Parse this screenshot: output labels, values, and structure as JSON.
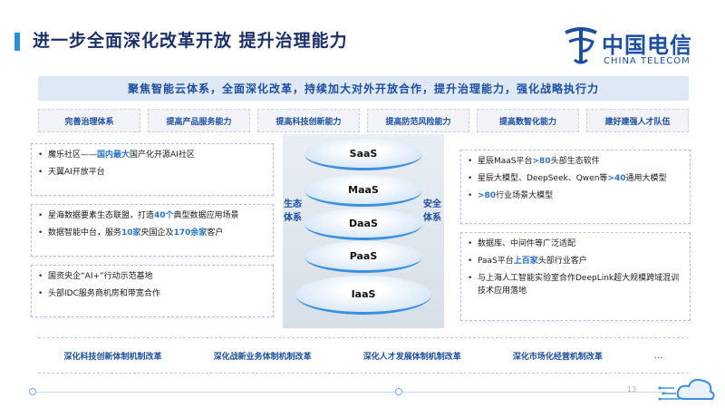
{
  "title": "进一步全面深化改革开放  提升治理能力",
  "logo": {
    "cn": "中国电信",
    "en": "CHINA TELECOM"
  },
  "banner": "聚焦智能云体系，全面深化改革，持续加大对外开放合作，提升治理能力，强化战略执行力",
  "capabilities": [
    "完善治理体系",
    "提高产品服务能力",
    "提高科技创新能力",
    "提高防范风险能力",
    "提高数智化能力",
    "建好建强人才队伍"
  ],
  "left_cards": [
    {
      "items": [
        {
          "pre": "魔乐社区——",
          "hl": "国内最大",
          "post": "国产化开源AI社区"
        },
        {
          "pre": "天翼AI开放平台",
          "hl": "",
          "post": ""
        }
      ]
    },
    {
      "items": [
        {
          "pre": "星海数据要素生态联盟，打造",
          "hl": "40个",
          "post": "典型数据应用场景"
        },
        {
          "pre": "数据智能中台，服务",
          "hl": "10家",
          "post": "央国企及",
          "hl2": "170余家",
          "post2": "客户"
        }
      ]
    },
    {
      "items": [
        {
          "pre": "国资央企“AI+”行动示范基地",
          "hl": "",
          "post": ""
        },
        {
          "pre": "头部IDC服务商机房和带宽合作",
          "hl": "",
          "post": ""
        }
      ]
    }
  ],
  "right_cards": [
    {
      "items": [
        {
          "pre": "星辰MaaS平台",
          "hl": ">80",
          "post": "头部生态软件"
        },
        {
          "pre": "星辰大模型、DeepSeek、Qwen等",
          "hl": ">40",
          "post": "通用大模型"
        },
        {
          "pre": "",
          "hl": ">80",
          "post": "行业场景大模型"
        }
      ]
    },
    {
      "items": [
        {
          "pre": "数据库、中间件等广泛适配",
          "hl": "",
          "post": ""
        },
        {
          "pre": "PaaS平台",
          "hl": "上百家",
          "post": "头部行业客户"
        },
        {
          "pre": "与上海人工智能实验室合作DeepLink超大规模跨域混训技术应用落地",
          "hl": "",
          "post": ""
        }
      ]
    }
  ],
  "stack": {
    "left_label": "生态体系",
    "right_label": "安全体系",
    "layers": [
      "SaaS",
      "MaaS",
      "DaaS",
      "PaaS",
      "IaaS"
    ]
  },
  "reforms": [
    "深化科技创新体制机制改革",
    "深化战新业务体制机制改革",
    "深化人才发展体制机制改革",
    "深化市场化经营机制改革"
  ],
  "reforms_more": "...",
  "page_number": "13",
  "colors": {
    "primary": "#1c4ea1",
    "accent": "#2a8fd8",
    "highlight": "#2b73c9"
  }
}
